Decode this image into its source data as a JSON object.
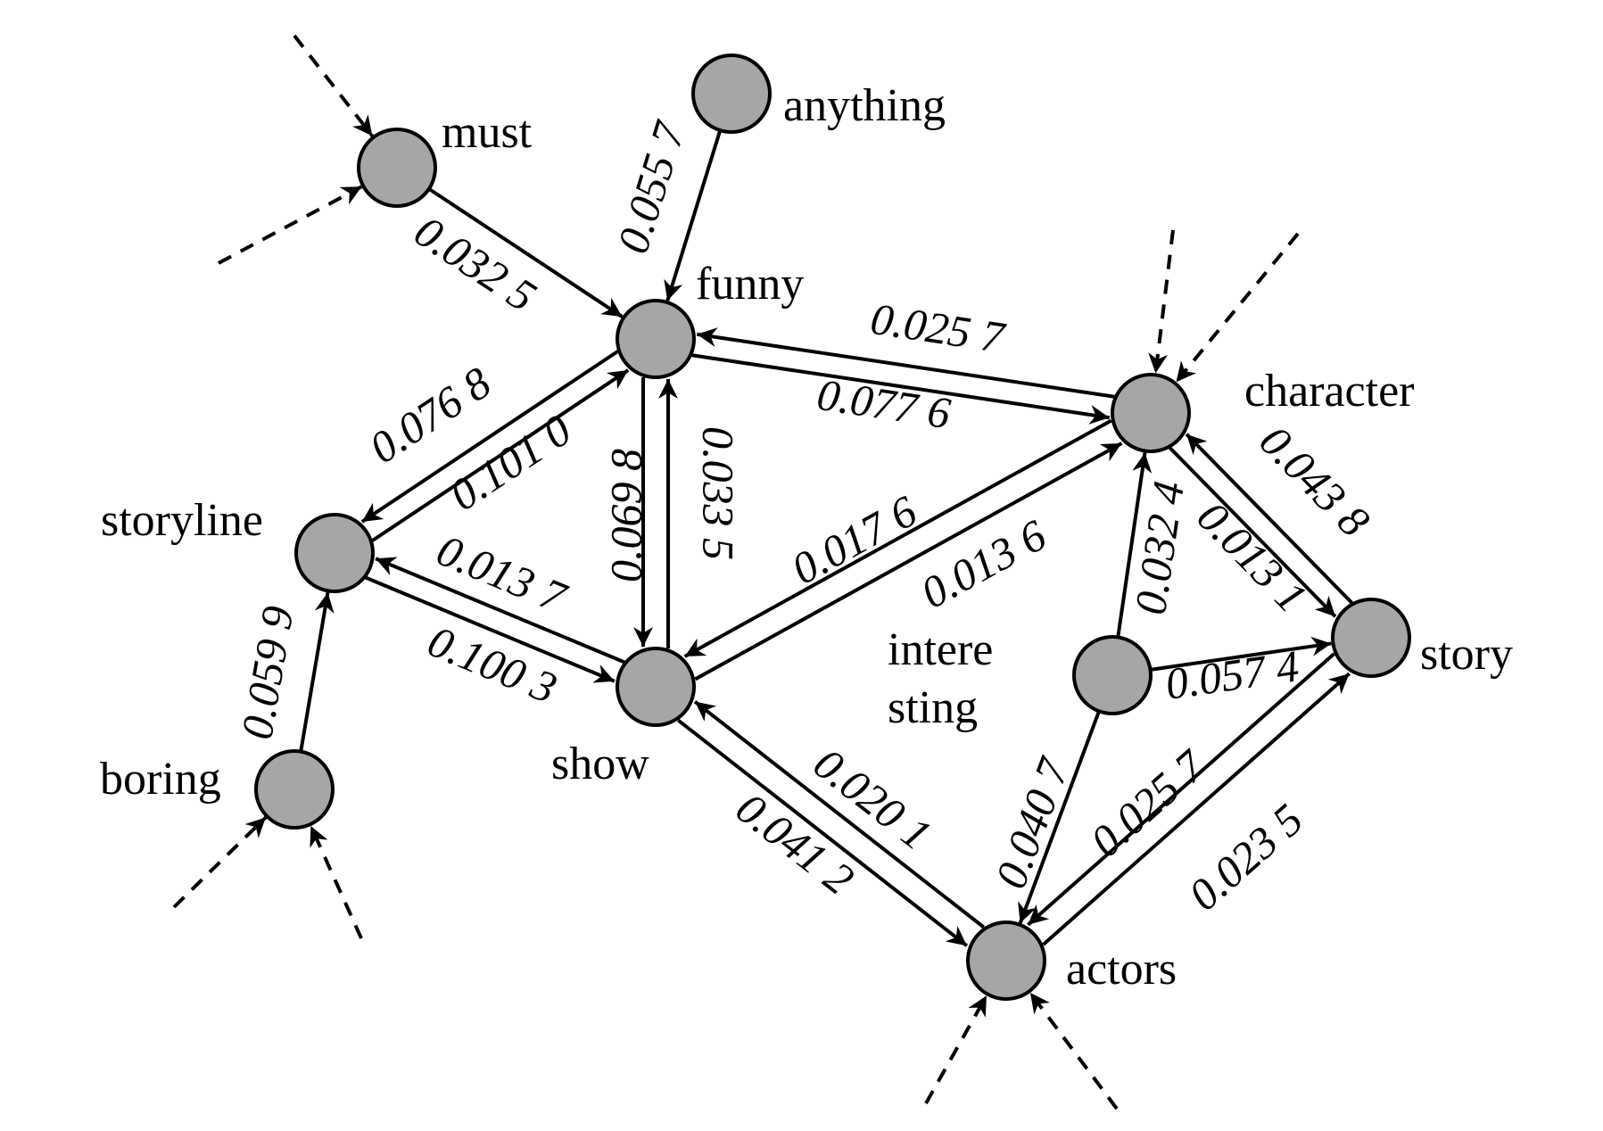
{
  "colors": {
    "node_fill": "#a6a6a6",
    "stroke": "#000000",
    "background": "#ffffff"
  },
  "nodes": [
    {
      "id": "must",
      "label": "must"
    },
    {
      "id": "anything",
      "label": "anything"
    },
    {
      "id": "funny",
      "label": "funny"
    },
    {
      "id": "character",
      "label": "character"
    },
    {
      "id": "storyline",
      "label": "storyline"
    },
    {
      "id": "show",
      "label": "show"
    },
    {
      "id": "interesting",
      "label_lines": [
        "intere",
        "sting"
      ]
    },
    {
      "id": "story",
      "label": "story"
    },
    {
      "id": "boring",
      "label": "boring"
    },
    {
      "id": "actors",
      "label": "actors"
    }
  ],
  "edges": [
    {
      "id": "must-funny",
      "from": "must",
      "to": "funny",
      "weight": "0.032 5"
    },
    {
      "id": "anything-funny",
      "from": "anything",
      "to": "funny",
      "weight": "0.055 7"
    },
    {
      "id": "funny-character",
      "from": "funny",
      "to": "character",
      "weight": "0.025 7"
    },
    {
      "id": "character-funny",
      "from": "character",
      "to": "funny",
      "weight": "0.077 6"
    },
    {
      "id": "storyline-funny",
      "from": "storyline",
      "to": "funny",
      "weight": "0.076 8"
    },
    {
      "id": "funny-storyline",
      "from": "funny",
      "to": "storyline",
      "weight": "0.101 0"
    },
    {
      "id": "show-funny",
      "from": "show",
      "to": "funny",
      "weight": "0.069 8"
    },
    {
      "id": "funny-show",
      "from": "funny",
      "to": "show",
      "weight": "0.033 5"
    },
    {
      "id": "storyline-show",
      "from": "storyline",
      "to": "show",
      "weight": "0.013 7"
    },
    {
      "id": "show-storyline",
      "from": "show",
      "to": "storyline",
      "weight": "0.100 3"
    },
    {
      "id": "character-show",
      "from": "character",
      "to": "show",
      "weight": "0.017 6"
    },
    {
      "id": "show-character",
      "from": "show",
      "to": "character",
      "weight": "0.013 6"
    },
    {
      "id": "boring-storyline",
      "from": "boring",
      "to": "storyline",
      "weight": "0.059 9"
    },
    {
      "id": "character-story",
      "from": "character",
      "to": "story",
      "weight": "0.043 8"
    },
    {
      "id": "story-character",
      "from": "story",
      "to": "character",
      "weight": "0.013 1"
    },
    {
      "id": "interesting-character",
      "from": "interesting",
      "to": "character",
      "weight": "0.032 4"
    },
    {
      "id": "interesting-story",
      "from": "interesting",
      "to": "story",
      "weight": "0.057 4"
    },
    {
      "id": "interesting-actors",
      "from": "interesting",
      "to": "actors",
      "weight": "0.040 7"
    },
    {
      "id": "story-actors",
      "from": "story",
      "to": "actors",
      "weight": "0.025 7"
    },
    {
      "id": "actors-story",
      "from": "actors",
      "to": "story",
      "weight": "0.023 5"
    },
    {
      "id": "show-actors",
      "from": "show",
      "to": "actors",
      "weight": "0.041 2"
    },
    {
      "id": "actors-show",
      "from": "actors",
      "to": "show",
      "weight": "0.020 1"
    }
  ],
  "incoming_dashed": [
    {
      "to": "must",
      "count": 2
    },
    {
      "to": "character",
      "count": 2
    },
    {
      "to": "boring",
      "count": 2
    },
    {
      "to": "actors",
      "count": 2
    }
  ]
}
